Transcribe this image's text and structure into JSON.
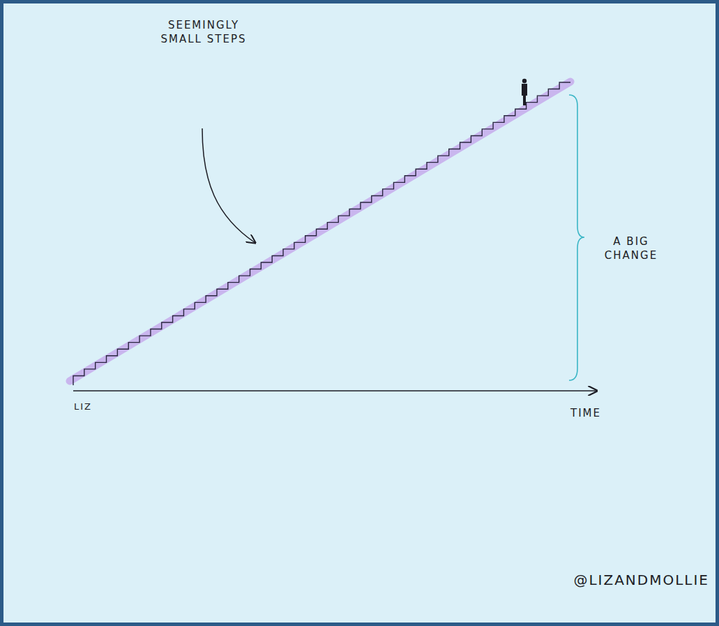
{
  "diagram": {
    "labels": [
      "SEEMINGLY SMALL STEPS",
      "A BIG CHANGE",
      "LIZ",
      "TIME",
      "@LIZANDMOLLIE"
    ]
  }
}
